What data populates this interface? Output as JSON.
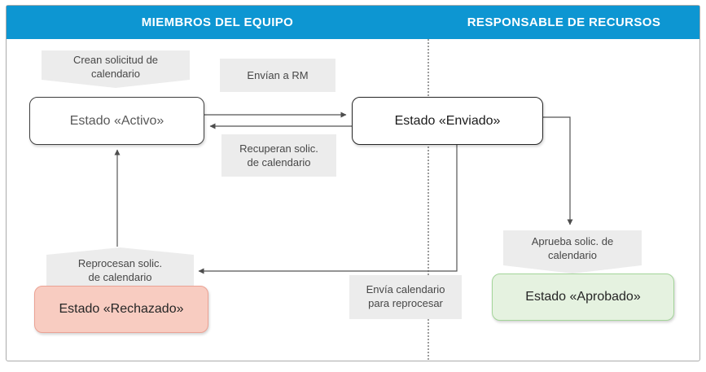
{
  "header": {
    "left_title": "MIEMBROS DEL EQUIPO",
    "right_title": "RESPONSABLE DE RECURSOS"
  },
  "states": {
    "active": "Estado «Activo»",
    "sent": "Estado «Enviado»",
    "rejected": "Estado «Rechazado»",
    "approved": "Estado «Aprobado»"
  },
  "actions": {
    "create_request": {
      "line1": "Crean solicitud de",
      "line2": "calendario"
    },
    "send_to_rm": {
      "label": "Envían a RM"
    },
    "recover_request": {
      "line1": "Recuperan solic.",
      "line2": "de calendario"
    },
    "reprocess_request": {
      "line1": "Reprocesan solic.",
      "line2": "de calendario"
    },
    "send_to_reprocess": {
      "line1": "Envía calendario",
      "line2": "para reprocesar"
    },
    "approve_request": {
      "line1": "Aprueba solic. de",
      "line2": "calendario"
    }
  },
  "colors": {
    "header_blue": "#0d96d2",
    "label_gray": "#ececec",
    "approved_fill": "#e5f2e0",
    "approved_border": "#a4d59a",
    "rejected_fill": "#f8ccc1",
    "rejected_border": "#eba294",
    "connector_gray": "#555555"
  }
}
